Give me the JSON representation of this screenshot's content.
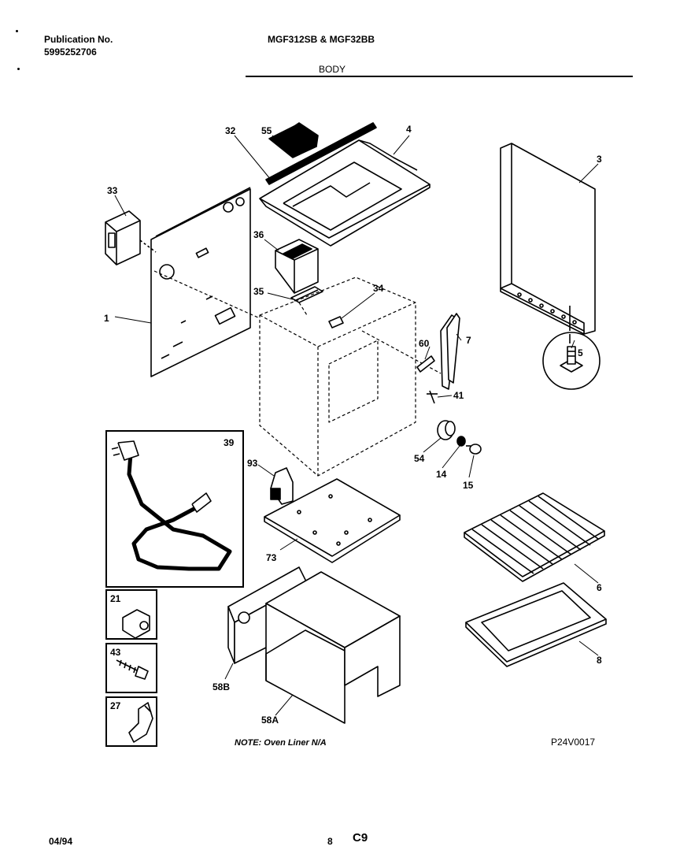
{
  "header": {
    "publication_label": "Publication No.",
    "publication_number": "5995252706",
    "model": "MGF312SB & MGF32BB",
    "section": "BODY"
  },
  "parts": {
    "p1": "1",
    "p3": "3",
    "p4": "4",
    "p5": "5",
    "p6": "6",
    "p7": "7",
    "p8": "8",
    "p14": "14",
    "p15": "15",
    "p21": "21",
    "p27": "27",
    "p32": "32",
    "p33": "33",
    "p34": "34",
    "p35": "35",
    "p36": "36",
    "p39": "39",
    "p41": "41",
    "p43": "43",
    "p54": "54",
    "p55": "55",
    "p58A": "58A",
    "p58B": "58B",
    "p60": "60",
    "p73": "73",
    "p93": "93"
  },
  "note": "NOTE: Oven Liner N/A",
  "diagram_code": "P24V0017",
  "footer": {
    "date": "04/94",
    "page": "8",
    "code": "C9"
  }
}
